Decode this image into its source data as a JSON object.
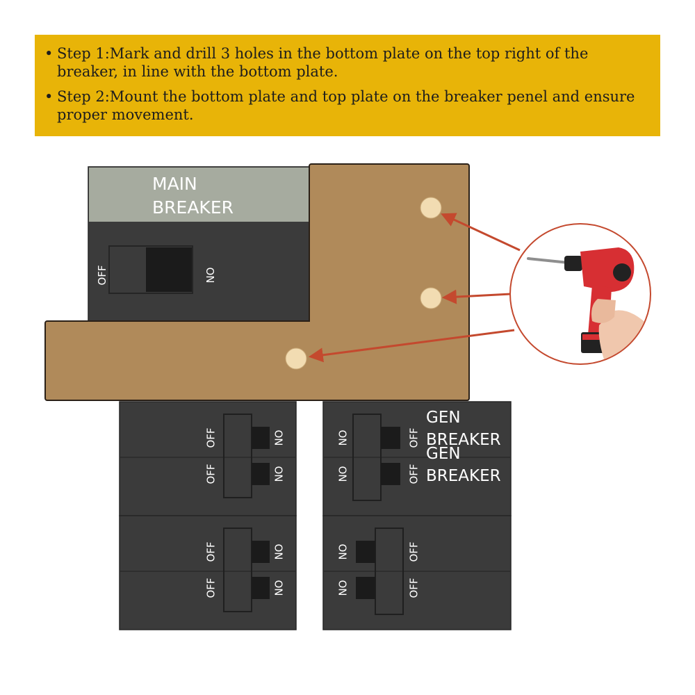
{
  "colors": {
    "banner": "#e8b408",
    "breaker": "#3b3b3b",
    "breaker_edge": "#262626",
    "main_label_band": "#a6ab9f",
    "plate": "#b08a5a",
    "plate_edge": "#2a2017",
    "hole": "#f2dcb2",
    "arrow": "#c4492e",
    "drill_red": "#d72f33",
    "drill_black": "#222222"
  },
  "steps": [
    {
      "bullet": "•",
      "text": "Step 1:Mark and drill 3 holes in the bottom plate on the top right of the breaker, in line with the bottom plate."
    },
    {
      "bullet": "•",
      "text": "Step 2:Mount the bottom plate and top plate on the breaker penel and ensure proper movement."
    }
  ],
  "main_breaker": {
    "label_line1": "MAIN",
    "label_line2": "BREAKER",
    "off": "OFF",
    "on": "ON"
  },
  "switch_labels": {
    "off": "OFF",
    "on": "ON"
  },
  "gen_breaker": {
    "line1": "GEN",
    "line2": "BREAKER"
  },
  "icons": {
    "drill": "cordless-drill-icon",
    "arrow": "arrow-icon"
  }
}
